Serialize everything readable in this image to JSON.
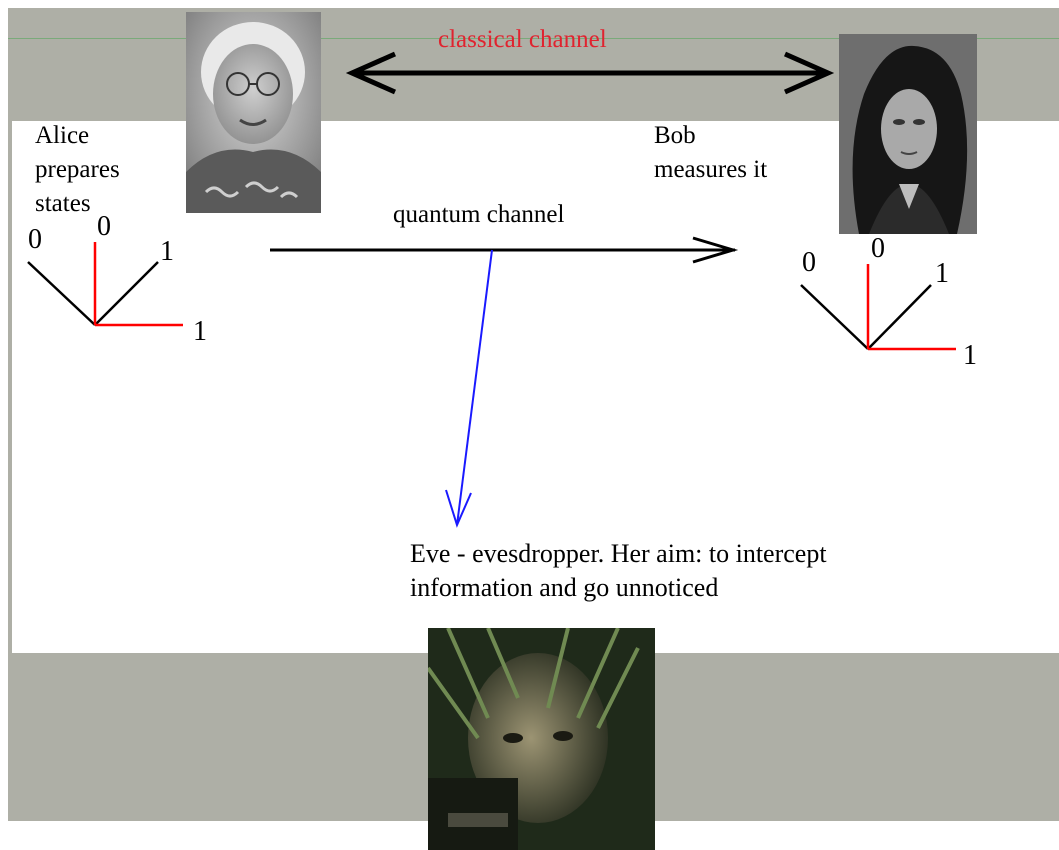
{
  "colors": {
    "background": "#ffffff",
    "slide_gray": "#aeafa6",
    "classical_text": "#e0232f",
    "quantum_tap": "#1a1aff",
    "basis_red": "#ff0000",
    "basis_black": "#000000",
    "rule_green": "#7aaa7a"
  },
  "labels": {
    "classical_channel": "classical channel",
    "quantum_channel": "quantum channel",
    "alice": [
      "Alice",
      "prepares",
      "states"
    ],
    "bob": [
      "Bob",
      "measures it"
    ],
    "eve": [
      "Eve - evesdropper. Her aim: to intercept",
      "information and go unnoticed"
    ]
  },
  "alice_basis": {
    "diag0": "0",
    "rect0": "0",
    "diag1": "1",
    "rect1": "1"
  },
  "bob_basis": {
    "diag0": "0",
    "rect0": "0",
    "diag1": "1",
    "rect1": "1"
  },
  "photos": {
    "alice": "alice-photo-icon",
    "bob": "bob-photo-icon",
    "eve": "eve-photo-icon"
  }
}
